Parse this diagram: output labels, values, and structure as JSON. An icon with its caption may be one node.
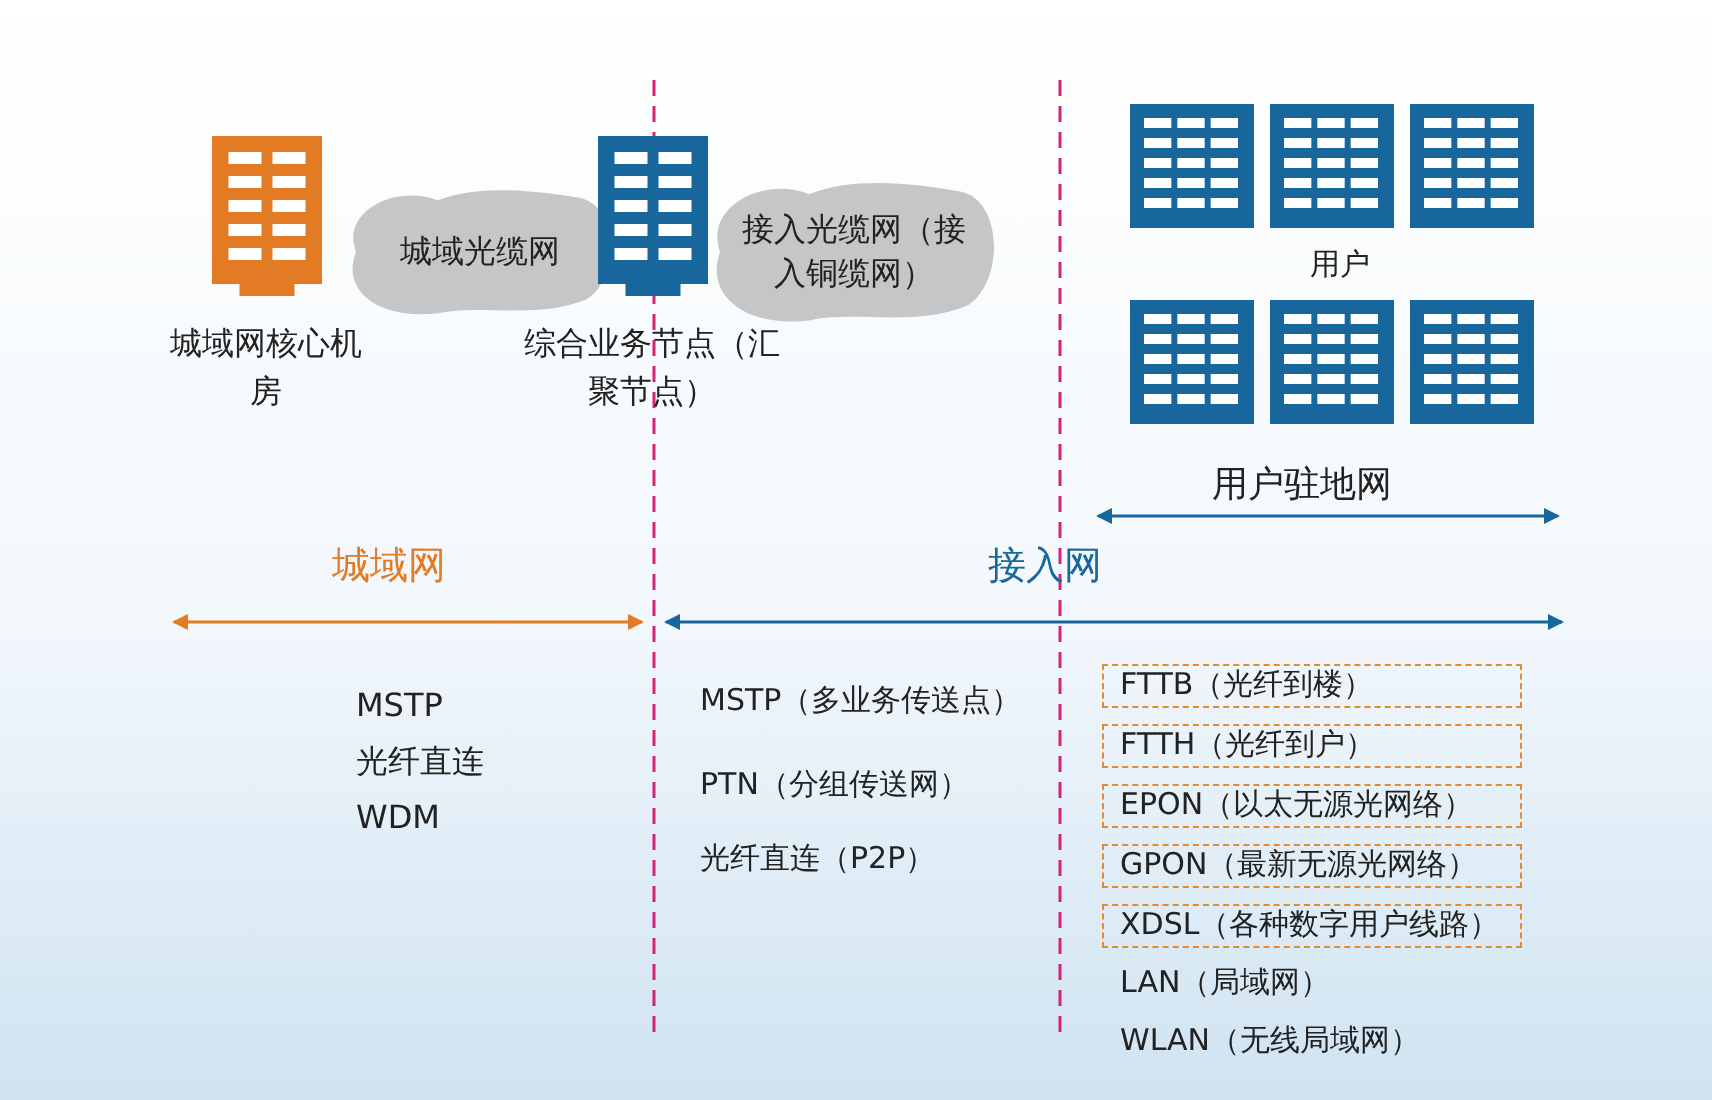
{
  "diagram": {
    "nodes": [
      {
        "text": [
          "城域网核心机房"
        ]
      },
      {
        "text": [
          "城域光缆网"
        ]
      },
      {
        "text": [
          "综合业务节点（汇聚节点）"
        ]
      },
      {
        "text": [
          "接入光缆网（接入铜缆网）"
        ]
      },
      {
        "text": [
          "用户"
        ]
      },
      {
        "text": [
          "FTTB（光纤到楼）"
        ]
      },
      {
        "text": [
          "FTTH（光纤到户）"
        ]
      },
      {
        "text": [
          "EPON（以太无源光网络）"
        ]
      },
      {
        "text": [
          "GPON（最新无源光网络）"
        ]
      },
      {
        "text": [
          "XDSL（各种数字用户线路）"
        ]
      }
    ],
    "labels": [
      "用户驻地网",
      "城域网",
      "接入网",
      "MSTP",
      "光纤直连",
      "WDM",
      "MSTP（多业务传送点）",
      "PTN（分组传送网）",
      "光纤直连（P2P）",
      "LAN（局域网）",
      "WLAN（无线局域网）"
    ]
  }
}
